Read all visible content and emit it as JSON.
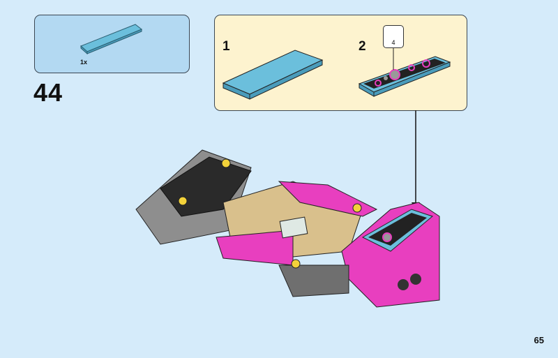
{
  "parts_list": {
    "quantity": "1x",
    "part": "light-blue-tile-1x4"
  },
  "step_number": "44",
  "sub_steps": [
    {
      "number": "1"
    },
    {
      "number": "2",
      "sticker_number": "4"
    }
  ],
  "page_number": "65",
  "colors": {
    "background": "#d5ebfa",
    "parts_box": "#b3d9f2",
    "substep_box": "#fdf3cf",
    "tile": "#6bbfdc",
    "magenta": "#e83fbf",
    "tan": "#d9c08c"
  }
}
